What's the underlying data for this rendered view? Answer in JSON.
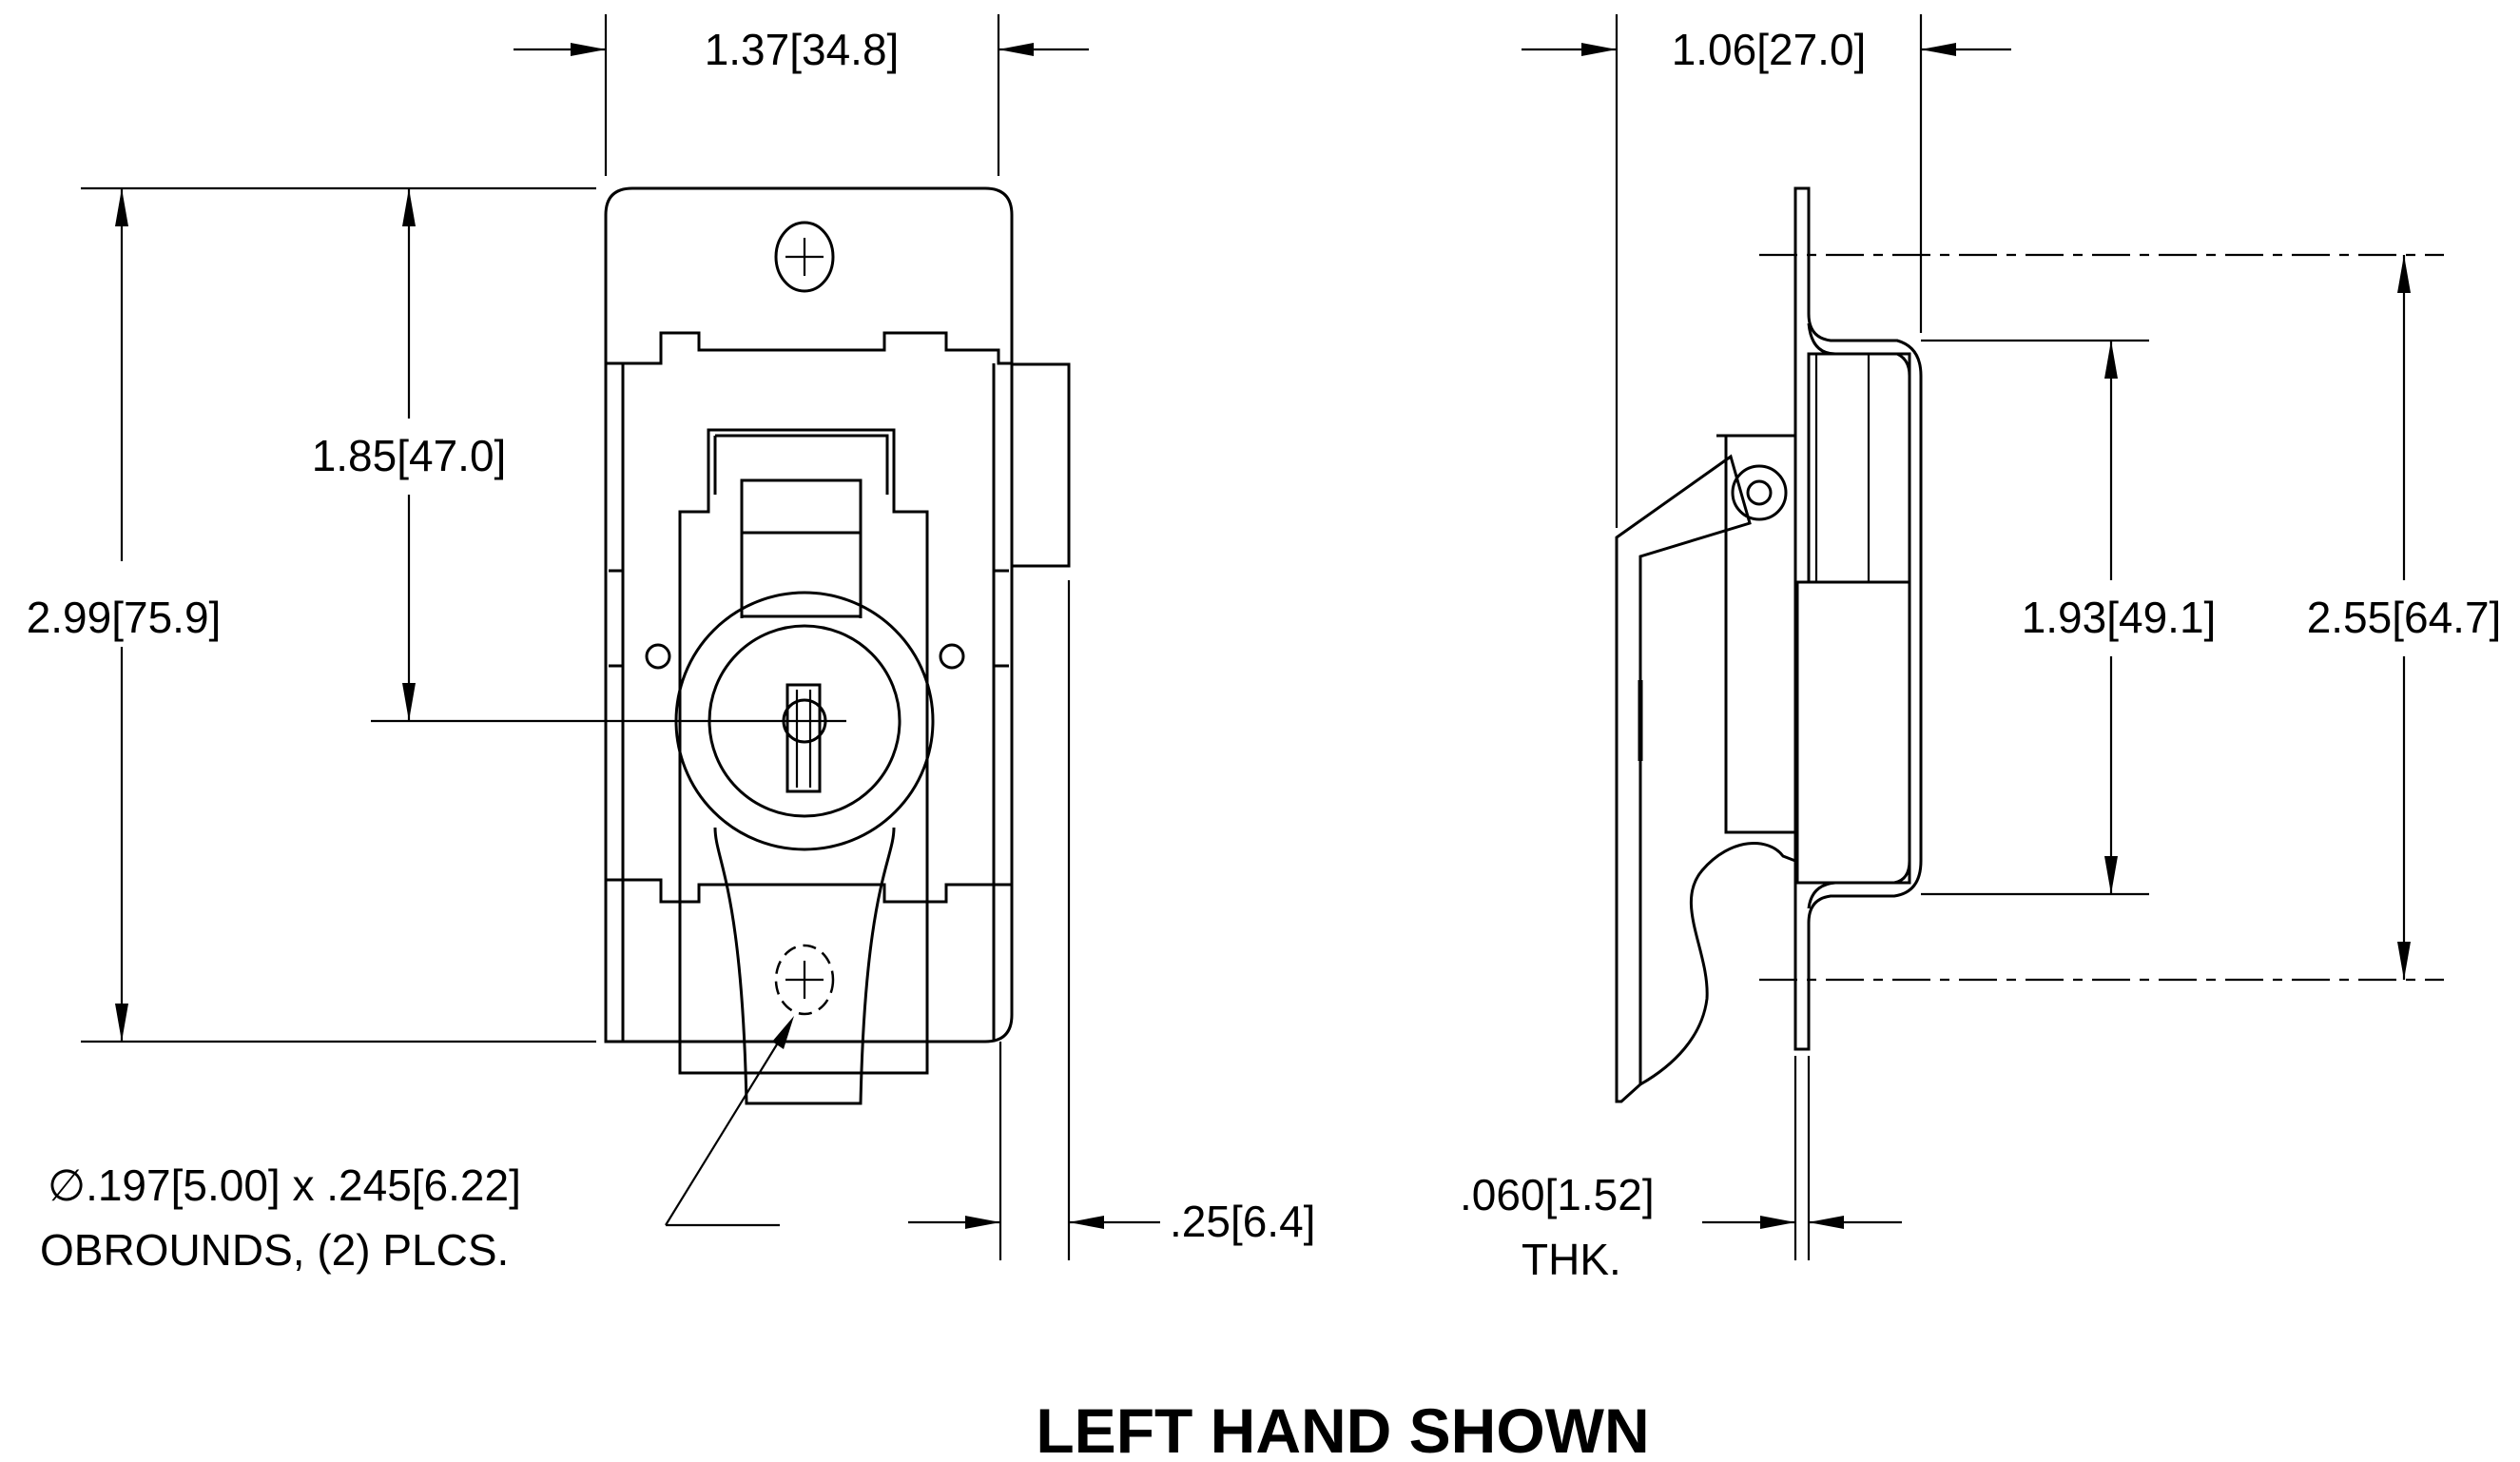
{
  "title": "LEFT HAND SHOWN",
  "front_view": {
    "width_dim": "1.37[34.8]",
    "overall_height_dim": "2.99[75.9]",
    "key_center_dim": "1.85[47.0]",
    "obround_note_line1": "∅.197[5.00] x .245[6.22]",
    "obround_note_line2": "OBROUNDS, (2) PLCS.",
    "offset_dim": ".25[6.4]"
  },
  "side_view": {
    "depth_dim": "1.06[27.0]",
    "inner_height_dim": "1.93[49.1]",
    "mount_height_dim": "2.55[64.7]",
    "thickness_dim_line1": ".060[1.52]",
    "thickness_dim_line2": "THK."
  }
}
